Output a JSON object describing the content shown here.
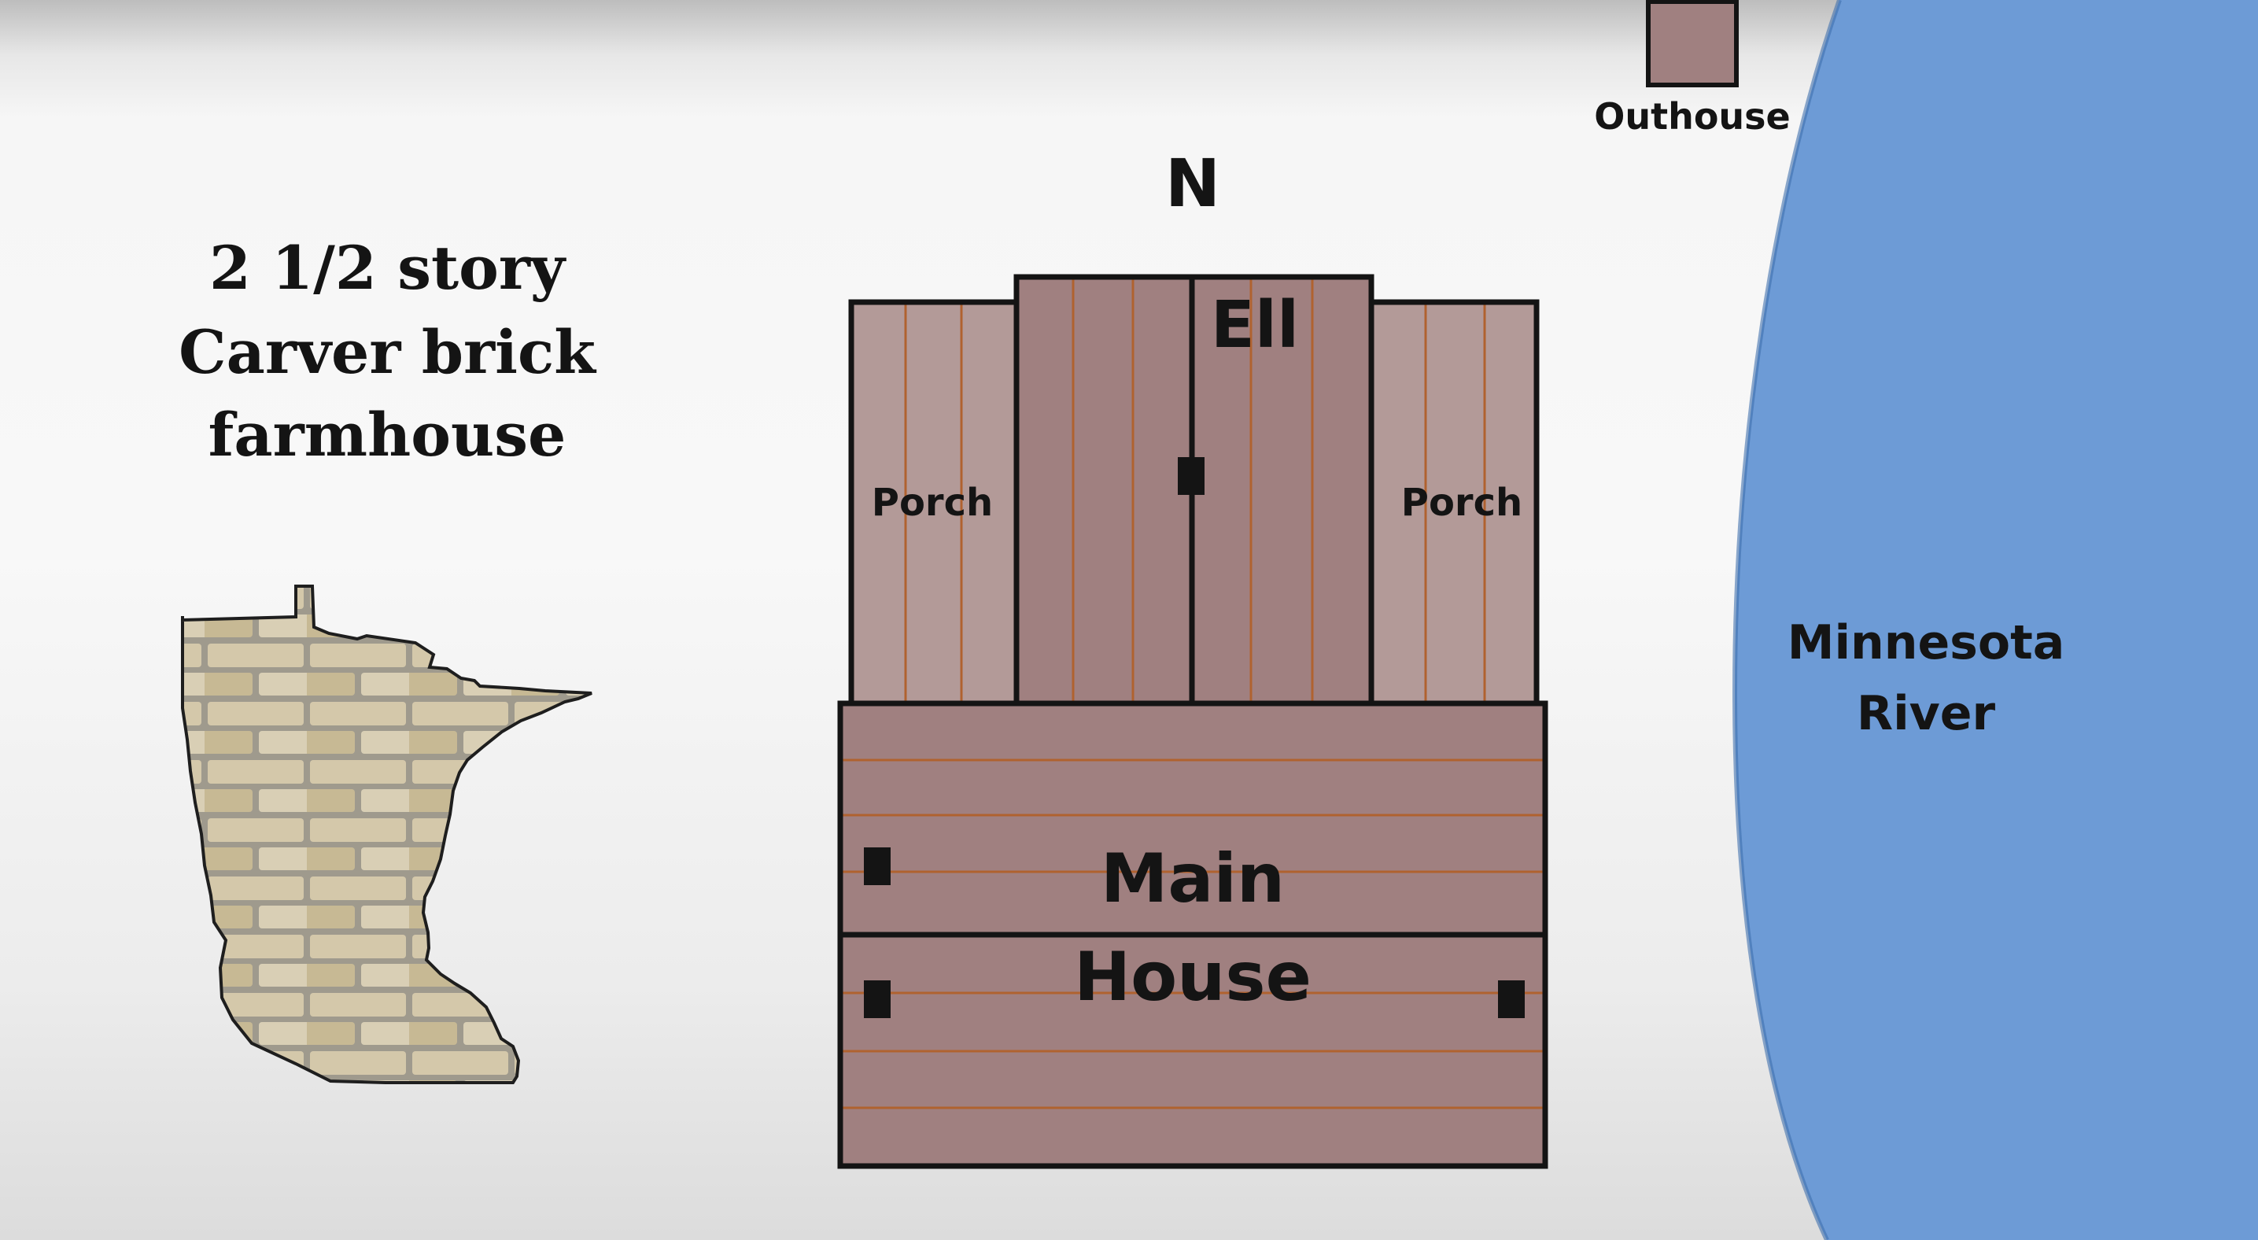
{
  "title_lines": [
    "2 1/2 story",
    "Carver brick",
    "farmhouse"
  ],
  "compass": "N",
  "labels": {
    "outhouse": "Outhouse",
    "ell": "Ell",
    "porch_west": "Porch",
    "porch_east": "Porch",
    "main": "Main",
    "house": "House",
    "river_line1": "Minnesota",
    "river_line2": "River"
  },
  "colors": {
    "roof_main": "#a08080",
    "porch": "#b39a98",
    "board_line": "#b0622f",
    "outline": "#141414",
    "river": "#6d9bd6",
    "brick": "#cdbf9f",
    "mortar": "#9f9a8d"
  },
  "icons": {
    "state_map": "minnesota-brick-silhouette"
  }
}
